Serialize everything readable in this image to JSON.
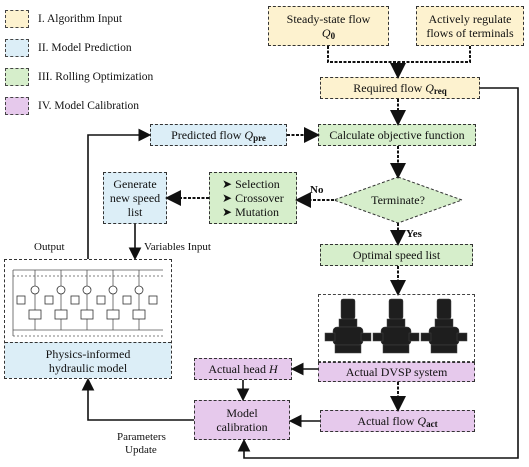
{
  "legend": [
    {
      "label": "I. Algorithm Input",
      "color": "#fdf2cf"
    },
    {
      "label": "II. Model Prediction",
      "color": "#dceef7"
    },
    {
      "label": "III. Rolling Optimization",
      "color": "#d6eecb"
    },
    {
      "label": "IV. Model Calibration",
      "color": "#e6c9ec"
    }
  ],
  "inputs": {
    "steady_line1": "Steady-state flow",
    "steady_q": "Q",
    "steady_q_sub": "0",
    "active_line1": "Actively regulate",
    "active_line2": "flows of terminals"
  },
  "required": {
    "text": "Required flow ",
    "q": "Q",
    "sub": "req"
  },
  "predicted": {
    "text": "Predicted flow ",
    "q": "Q",
    "sub": "pre"
  },
  "objective": "Calculate  objective function",
  "terminate": "Terminate?",
  "ga_ops": [
    "Selection",
    "Crossover",
    "Mutation"
  ],
  "generate": [
    "Generate",
    "new speed",
    "list"
  ],
  "optimal": "Optimal speed list",
  "dvsp": "Actual DVSP system",
  "actual_head": {
    "text": "Actual head ",
    "h": "H"
  },
  "actual_flow": {
    "text": "Actual flow ",
    "q": "Q",
    "sub": "act"
  },
  "calibration": [
    "Model",
    "calibration"
  ],
  "physics": [
    "Physics-informed",
    "hydraulic model"
  ],
  "labels": {
    "no": "No",
    "yes": "Yes",
    "output": "Output",
    "variables_input": "Variables Input",
    "params_update_1": "Parameters",
    "params_update_2": "Update"
  },
  "colors": {
    "input": "#fdf2cf",
    "prediction": "#dceef7",
    "optimization": "#d6eecb",
    "calibration": "#e6c9ec"
  }
}
